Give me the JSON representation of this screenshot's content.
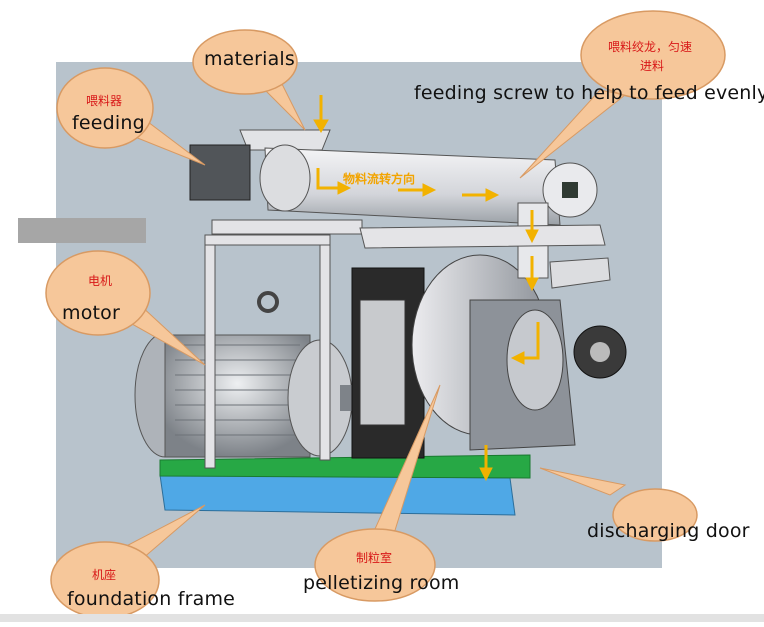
{
  "labels": {
    "materials": "materials",
    "feeding_cn": "喂料器",
    "feeding_en": "feeding",
    "screw_cn_line1": "喂料绞龙，匀速",
    "screw_cn_line2": "进料",
    "screw_en": "feeding screw to help to feed evenly",
    "flow_cn": "物料流转方向",
    "motor_cn": "电机",
    "motor_en": "motor",
    "frame_cn": "机座",
    "frame_en": "foundation frame",
    "room_cn": "制粒室",
    "room_en": "pelletizing room",
    "door_en": "discharging door"
  },
  "colors": {
    "background_panel": "#b8c3cc",
    "callout_fill": "#f6c79a",
    "callout_stroke": "#d89a63",
    "arrow": "#f2b200",
    "cn_text": "#d81818",
    "base_blue": "#4fa8e6",
    "base_green": "#27a845",
    "machine_gray": "#cfd2d6",
    "dark_housing": "#2a2a2a"
  }
}
